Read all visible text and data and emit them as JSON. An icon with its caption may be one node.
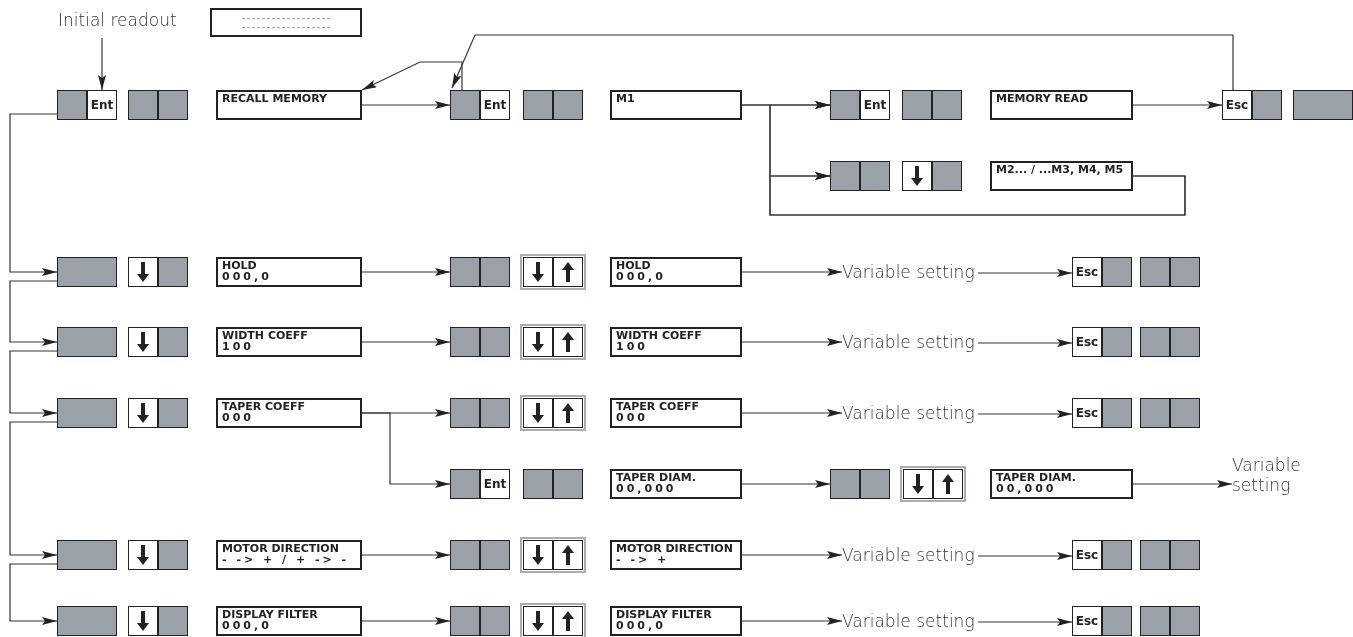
{
  "diagram": {
    "nodes": [
      {
        "text": [
          "Initial readout"
        ]
      },
      {
        "text": [],
        "shape": "box"
      },
      {
        "text": [
          "Ent"
        ]
      },
      {
        "text": [
          "RECALL MEMORY"
        ]
      },
      {
        "text": [
          "Ent"
        ]
      },
      {
        "text": [
          "M1"
        ]
      },
      {
        "text": [
          "Ent"
        ]
      },
      {
        "text": [
          "MEMORY READ"
        ]
      },
      {
        "text": [
          "Esc"
        ]
      },
      {
        "text": [],
        "shape": "box"
      },
      {
        "text": [
          "M2... / ...M3, M4, M5"
        ]
      },
      {
        "text": [],
        "shape": "box"
      },
      {
        "text": [
          "HOLD",
          "000,0"
        ]
      },
      {
        "text": [],
        "shape": "box"
      },
      {
        "text": [
          "HOLD",
          "000,0"
        ]
      },
      {
        "text": [
          "Variable setting"
        ]
      },
      {
        "text": [
          "Esc"
        ]
      },
      {
        "text": [],
        "shape": "box"
      },
      {
        "text": [
          "WIDTH COEFF",
          "100"
        ]
      },
      {
        "text": [],
        "shape": "box"
      },
      {
        "text": [
          "WIDTH COEFF",
          "100"
        ]
      },
      {
        "text": [
          "Variable setting"
        ]
      },
      {
        "text": [
          "Esc"
        ]
      },
      {
        "text": [],
        "shape": "box"
      },
      {
        "text": [
          "TAPER COEFF",
          "000"
        ]
      },
      {
        "text": [],
        "shape": "box"
      },
      {
        "text": [
          "TAPER COEFF",
          "000"
        ]
      },
      {
        "text": [
          "Variable setting"
        ]
      },
      {
        "text": [
          "Esc"
        ]
      },
      {
        "text": [
          "Ent"
        ]
      },
      {
        "text": [
          "TAPER DIAM.",
          "00,000"
        ]
      },
      {
        "text": [],
        "shape": "box"
      },
      {
        "text": [
          "TAPER DIAM.",
          "00,000"
        ]
      },
      {
        "text": [
          "Variable setting"
        ]
      },
      {
        "text": [],
        "shape": "box"
      },
      {
        "text": [
          "MOTOR DIRECTION",
          "- -> + / + -> -"
        ]
      },
      {
        "text": [],
        "shape": "box"
      },
      {
        "text": [
          "MOTOR DIRECTION",
          "- -> +"
        ]
      },
      {
        "text": [
          "Variable setting"
        ]
      },
      {
        "text": [
          "Esc"
        ]
      },
      {
        "text": [],
        "shape": "box"
      },
      {
        "text": [
          "DISPLAY FILTER",
          "000,0"
        ]
      },
      {
        "text": [],
        "shape": "box"
      },
      {
        "text": [
          "DISPLAY FILTER",
          "000,0"
        ]
      },
      {
        "text": [
          "Variable setting"
        ]
      },
      {
        "text": [
          "Esc"
        ]
      }
    ],
    "edges": [
      {
        "from": 0,
        "to": 2,
        "arrow": "to"
      },
      {
        "from": 3,
        "to": 4,
        "arrow": "to"
      },
      {
        "from": 4,
        "to": 3,
        "arrow": "to"
      },
      {
        "from": 5,
        "to": 6,
        "arrow": "to"
      },
      {
        "from": 5,
        "to": 9,
        "arrow": "to"
      },
      {
        "from": 7,
        "to": 8,
        "arrow": "to"
      },
      {
        "from": 8,
        "to": 4,
        "arrow": "to"
      },
      {
        "from": 10,
        "to": 9,
        "arrow": "to"
      },
      {
        "from": 10,
        "to": 6,
        "arrow": "to"
      },
      {
        "from": 2,
        "to": 11,
        "arrow": "to"
      },
      {
        "from": 11,
        "to": 17,
        "arrow": "to"
      },
      {
        "from": 17,
        "to": 23,
        "arrow": "to"
      },
      {
        "from": 23,
        "to": 34,
        "arrow": "to"
      },
      {
        "from": 34,
        "to": 40,
        "arrow": "to"
      },
      {
        "from": 12,
        "to": 13,
        "arrow": "to"
      },
      {
        "from": 14,
        "to": 15,
        "arrow": "to"
      },
      {
        "from": 15,
        "to": 16,
        "arrow": "to"
      },
      {
        "from": 18,
        "to": 19,
        "arrow": "to"
      },
      {
        "from": 20,
        "to": 21,
        "arrow": "to"
      },
      {
        "from": 21,
        "to": 22,
        "arrow": "to"
      },
      {
        "from": 24,
        "to": 25,
        "arrow": "to"
      },
      {
        "from": 24,
        "to": 29,
        "arrow": "to"
      },
      {
        "from": 26,
        "to": 27,
        "arrow": "to"
      },
      {
        "from": 27,
        "to": 28,
        "arrow": "to"
      },
      {
        "from": 30,
        "to": 31,
        "arrow": "to"
      },
      {
        "from": 32,
        "to": 33,
        "arrow": "to"
      },
      {
        "from": 35,
        "to": 36,
        "arrow": "to"
      },
      {
        "from": 37,
        "to": 38,
        "arrow": "to"
      },
      {
        "from": 38,
        "to": 39,
        "arrow": "to"
      },
      {
        "from": 41,
        "to": 42,
        "arrow": "to"
      },
      {
        "from": 43,
        "to": 44,
        "arrow": "to"
      },
      {
        "from": 44,
        "to": 45,
        "arrow": "to"
      }
    ]
  }
}
